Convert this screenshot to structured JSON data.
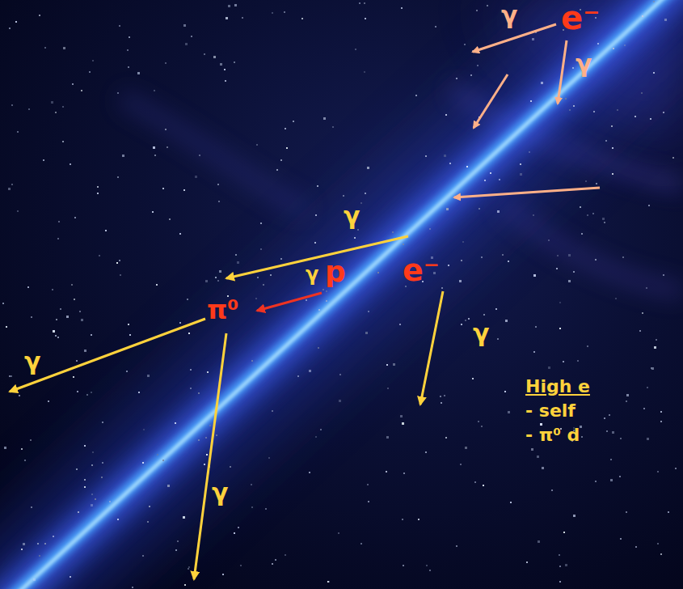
{
  "diagram": {
    "labels": [
      "γ",
      "e⁻",
      "γ",
      "γ",
      "e⁻",
      "γ",
      "p",
      "π⁰",
      "γ",
      "γ",
      "High e",
      "- self",
      "- π⁰ d",
      "γ"
    ]
  }
}
